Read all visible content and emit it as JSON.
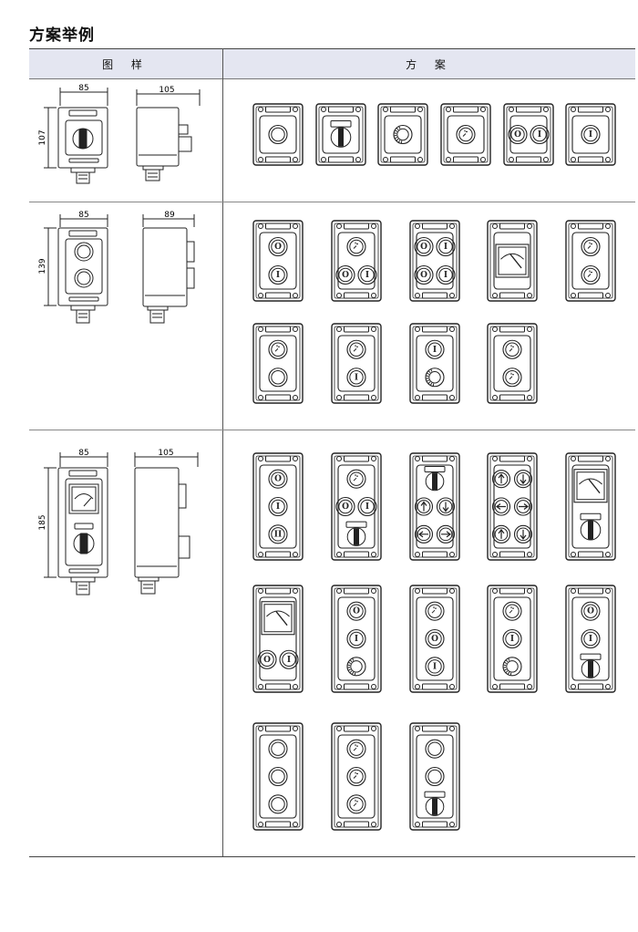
{
  "page_title": "方案举例",
  "table": {
    "col_left": "图 样",
    "col_right": "方 案"
  },
  "dims": {
    "row1": {
      "width": "85",
      "depth": "105",
      "height": "107"
    },
    "row2": {
      "width": "85",
      "depth": "89",
      "height": "139"
    },
    "row3": {
      "width": "85",
      "depth": "105",
      "height": "185"
    }
  },
  "schemes": {
    "row1": [
      [
        "button"
      ],
      [
        "switch"
      ],
      [
        "knob"
      ],
      [
        "lamp"
      ],
      [
        "button-O|button-I"
      ],
      [
        "button-I"
      ]
    ],
    "row2": [
      [
        "button-O",
        "button-I"
      ],
      [
        "lamp",
        "button-O|button-I"
      ],
      [
        "button-O|button-I",
        "button-O|button-I"
      ],
      [
        "meter"
      ],
      [
        "lamp",
        "lamp"
      ],
      [
        "lamp",
        "button"
      ],
      [
        "lamp",
        "button-I"
      ],
      [
        "button-I",
        "knob"
      ],
      [
        "lamp",
        "lamp"
      ]
    ],
    "row3": [
      [
        "button-O",
        "button-I",
        "button-II"
      ],
      [
        "lamp",
        "button-O|button-I",
        "switch"
      ],
      [
        "switch",
        "arrow-up|arrow-down",
        "arrow-left|arrow-right"
      ],
      [
        "arrow-up|arrow-down",
        "arrow-left|arrow-right",
        "arrow-up|arrow-down"
      ],
      [
        "meter",
        "switch"
      ],
      [
        "meter",
        "button-O|button-I"
      ],
      [
        "button-O",
        "button-I",
        "knob"
      ],
      [
        "lamp",
        "button-O",
        "button-I"
      ],
      [
        "lamp",
        "button-I",
        "knob"
      ],
      [
        "button-O",
        "button-I",
        "switch"
      ],
      [
        "button",
        "button",
        "button"
      ],
      [
        "lamp",
        "lamp",
        "lamp"
      ],
      [
        "button",
        "button",
        "switch"
      ]
    ]
  },
  "colors": {
    "line": "#222222",
    "header_bg": "#e4e6f1"
  }
}
